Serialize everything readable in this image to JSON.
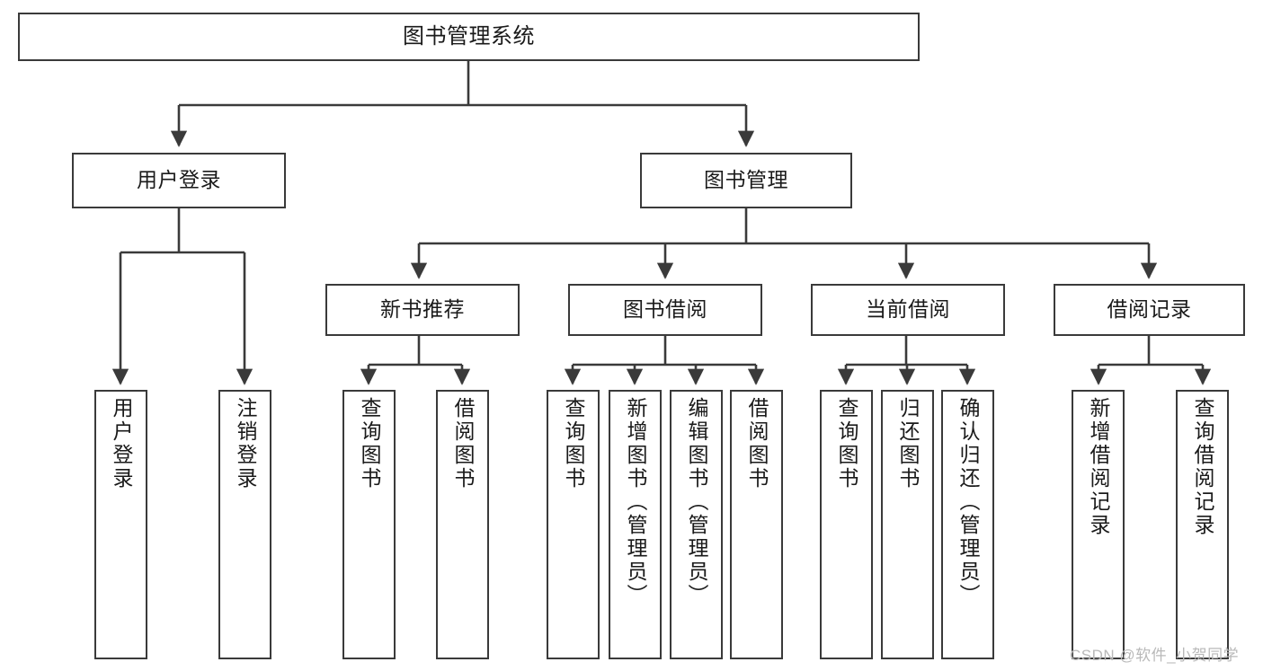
{
  "diagram": {
    "title": "图书管理系统",
    "type": "tree",
    "root": {
      "label": "图书管理系统",
      "orientation": "horizontal"
    },
    "level2": [
      {
        "label": "用户登录",
        "orientation": "horizontal"
      },
      {
        "label": "图书管理",
        "orientation": "horizontal"
      }
    ],
    "level3": [
      {
        "label": "新书推荐",
        "orientation": "horizontal",
        "parent": "图书管理"
      },
      {
        "label": "图书借阅",
        "orientation": "horizontal",
        "parent": "图书管理"
      },
      {
        "label": "当前借阅",
        "orientation": "horizontal",
        "parent": "图书管理"
      },
      {
        "label": "借阅记录",
        "orientation": "horizontal",
        "parent": "图书管理"
      }
    ],
    "leaves": [
      {
        "label": "用户登录",
        "orientation": "vertical",
        "parent": "用户登录"
      },
      {
        "label": "注销登录",
        "orientation": "vertical",
        "parent": "用户登录"
      },
      {
        "label": "查询图书",
        "orientation": "vertical",
        "parent": "新书推荐"
      },
      {
        "label": "借阅图书",
        "orientation": "vertical",
        "parent": "新书推荐"
      },
      {
        "label": "查询图书",
        "orientation": "vertical",
        "parent": "图书借阅"
      },
      {
        "label": "新增图书（管理员）",
        "orientation": "vertical",
        "parent": "图书借阅"
      },
      {
        "label": "编辑图书（管理员）",
        "orientation": "vertical",
        "parent": "图书借阅"
      },
      {
        "label": "借阅图书",
        "orientation": "vertical",
        "parent": "图书借阅"
      },
      {
        "label": "查询图书",
        "orientation": "vertical",
        "parent": "当前借阅"
      },
      {
        "label": "归还图书",
        "orientation": "vertical",
        "parent": "当前借阅"
      },
      {
        "label": "确认归还（管理员）",
        "orientation": "vertical",
        "parent": "当前借阅"
      },
      {
        "label": "新增借阅记录",
        "orientation": "vertical",
        "parent": "借阅记录"
      },
      {
        "label": "查询借阅记录",
        "orientation": "vertical",
        "parent": "借阅记录"
      }
    ],
    "watermark": "CSDN @软件_小贺同学",
    "colors": {
      "stroke": "#3a3a3a",
      "fill": "#ffffff",
      "text": "#1a1a1a",
      "watermark": "#b9b9b9"
    }
  }
}
